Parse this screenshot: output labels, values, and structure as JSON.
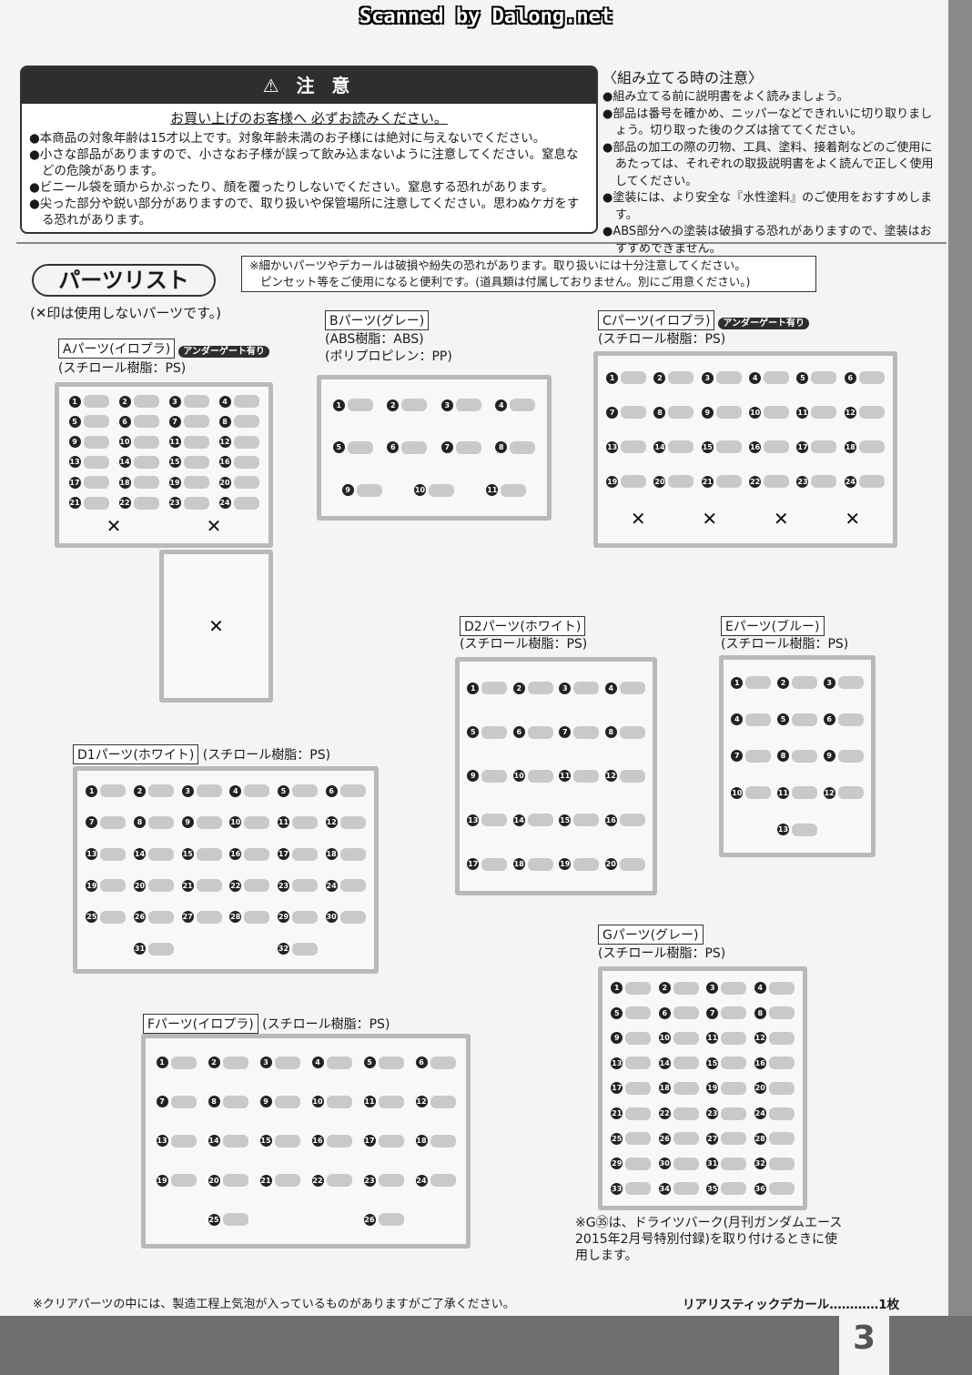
{
  "scan_banner": "Scanned by Dalong.net",
  "caution": {
    "title": "⚠ 注 意",
    "subtitle": "お買い上げのお客様へ 必ずお読みください。",
    "items": [
      "●本商品の対象年齢は15才以上です。対象年齢未満のお子様には絶対に与えないでください。",
      "●小さな部品がありますので、小さなお子様が誤って飲み込まないように注意してください。窒息などの危険があります。",
      "●ビニール袋を頭からかぶったり、顔を覆ったりしないでください。窒息する恐れがあります。",
      "●尖った部分や鋭い部分がありますので、取り扱いや保管場所に注意してください。思わぬケガをする恐れがあります。"
    ]
  },
  "assembly": {
    "title": "〈組み立てる時の注意〉",
    "items": [
      "●組み立てる前に説明書をよく読みましょう。",
      "●部品は番号を確かめ、ニッパーなどできれいに切り取りましょう。切り取った後のクズは捨ててください。",
      "●部品の加工の際の刃物、工具、塗料、接着剤などのご使用にあたっては、それぞれの取扱説明書をよく読んで正しく使用してください。",
      "●塗装には、より安全な『水性塗料』のご使用をおすすめします。",
      "●ABS部分への塗装は破損する恐れがありますので、塗装はおすすめできません。"
    ]
  },
  "parts_list": {
    "title": "パーツリスト",
    "note_line1": "※細かいパーツやデカールは破損や紛失の恐れがあります。取り扱いには十分注意してください。",
    "note_line2": "ピンセット等をご使用になると便利です。(道具類は付属しておりません。別にご用意ください。)",
    "x_note": "(✕印は使用しないパーツです。)",
    "x_mark": "✕"
  },
  "sprues": {
    "A": {
      "label": "Aパーツ(イロプラ)",
      "badge": "アンダーゲート有り",
      "material": "(スチロール樹脂：PS)",
      "parts": [
        "1",
        "2",
        "3",
        "4",
        "5",
        "6",
        "7",
        "8",
        "9",
        "10",
        "11",
        "12",
        "13",
        "14",
        "15",
        "16",
        "17",
        "18",
        "19",
        "20",
        "21",
        "22",
        "23",
        "24"
      ]
    },
    "B": {
      "label": "Bパーツ(グレー)",
      "material": "(ABS樹脂：ABS)",
      "material2": "(ポリプロピレン：PP)",
      "parts": [
        "1",
        "2",
        "3",
        "4",
        "5",
        "6",
        "7",
        "8",
        "9",
        "10",
        "11"
      ]
    },
    "C": {
      "label": "Cパーツ(イロプラ)",
      "badge": "アンダーゲート有り",
      "material": "(スチロール樹脂：PS)",
      "parts": [
        "1",
        "2",
        "3",
        "4",
        "5",
        "6",
        "7",
        "8",
        "9",
        "10",
        "11",
        "12",
        "13",
        "14",
        "15",
        "16",
        "17",
        "18",
        "19",
        "20",
        "21",
        "22",
        "23",
        "24"
      ]
    },
    "D2": {
      "label": "D2パーツ(ホワイト)",
      "material": "(スチロール樹脂：PS)",
      "parts": [
        "1",
        "2",
        "3",
        "4",
        "5",
        "6",
        "7",
        "8",
        "9",
        "10",
        "11",
        "12",
        "13",
        "14",
        "15",
        "16",
        "17",
        "18",
        "19",
        "20"
      ]
    },
    "E": {
      "label": "Eパーツ(ブルー)",
      "material": "(スチロール樹脂：PS)",
      "parts": [
        "1",
        "2",
        "3",
        "4",
        "5",
        "6",
        "7",
        "8",
        "9",
        "10",
        "11",
        "12",
        "13"
      ]
    },
    "D1": {
      "label": "D1パーツ(ホワイト)",
      "material": "(スチロール樹脂：PS)",
      "parts": [
        "1",
        "2",
        "3",
        "4",
        "5",
        "6",
        "7",
        "8",
        "9",
        "10",
        "11",
        "12",
        "13",
        "14",
        "15",
        "16",
        "17",
        "18",
        "19",
        "20",
        "21",
        "22",
        "23",
        "24",
        "25",
        "26",
        "27",
        "28",
        "29",
        "30",
        "31",
        "32"
      ]
    },
    "G": {
      "label": "Gパーツ(グレー)",
      "material": "(スチロール樹脂：PS)",
      "parts": [
        "1",
        "2",
        "3",
        "4",
        "5",
        "6",
        "7",
        "8",
        "9",
        "10",
        "11",
        "12",
        "13",
        "14",
        "15",
        "16",
        "17",
        "18",
        "19",
        "20",
        "21",
        "22",
        "23",
        "24",
        "25",
        "26",
        "27",
        "28",
        "29",
        "30",
        "31",
        "32",
        "33",
        "34",
        "35",
        "36"
      ]
    },
    "F": {
      "label": "Fパーツ(イロプラ)",
      "material": "(スチロール樹脂：PS)",
      "parts": [
        "1",
        "2",
        "3",
        "4",
        "5",
        "6",
        "7",
        "8",
        "9",
        "10",
        "11",
        "12",
        "13",
        "14",
        "15",
        "16",
        "17",
        "18",
        "19",
        "20",
        "21",
        "22",
        "23",
        "24",
        "25",
        "26"
      ]
    }
  },
  "g_note": "※G㉟は、ドライツバーク(月刊ガンダムエース2015年2月号特別付録)を取り付けるときに使用します。",
  "footer": {
    "clear_note": "※クリアパーツの中には、製造工程上気泡が入っているものがありますがご了承ください。",
    "decal": "リアリスティックデカール…………1枚",
    "page": "3"
  }
}
